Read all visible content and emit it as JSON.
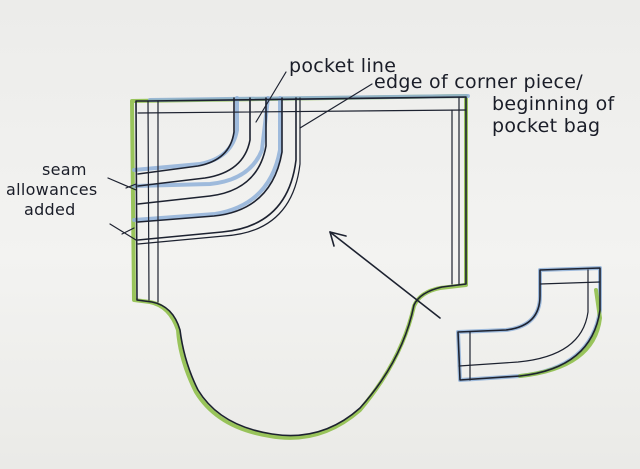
{
  "labels": {
    "pocket_line": "pocket line",
    "edge_corner": "edge of corner piece/",
    "beginning_of": "beginning of",
    "pocket_bag": "pocket bag",
    "seam": "seam",
    "allowances": "allowances",
    "added": "added"
  },
  "colors": {
    "ink": "#1d2230",
    "blue_highlight": "#8fb0d8",
    "green_highlight": "#8fbf4a",
    "paper": "#eeeeeb"
  }
}
